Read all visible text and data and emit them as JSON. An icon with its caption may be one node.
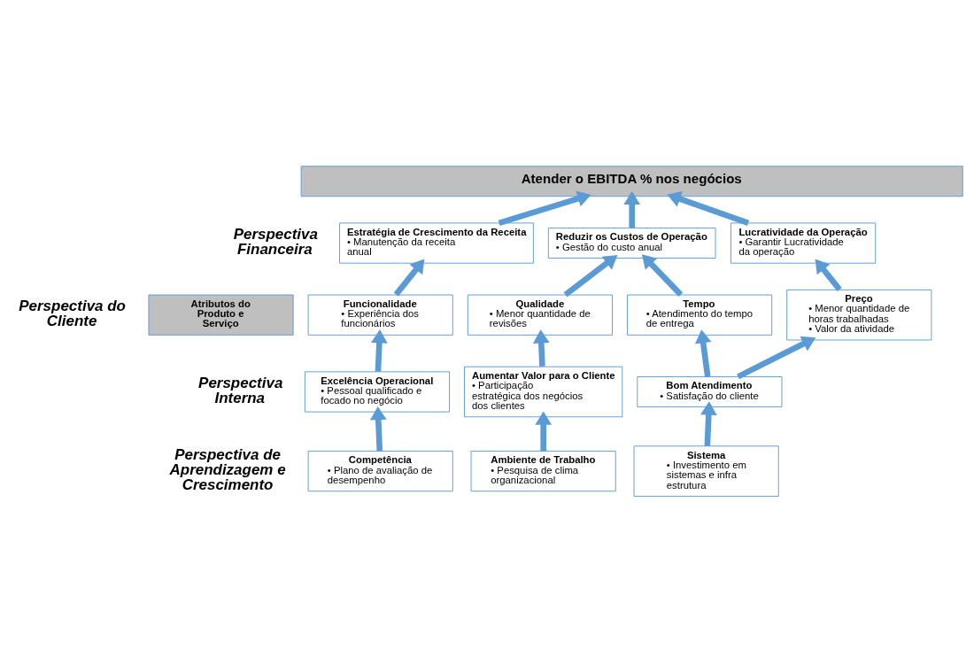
{
  "diagram": {
    "nodes": [
      {
        "text": [
          "Atender o EBITDA % nos negócios"
        ]
      },
      {
        "text": [
          "Estratégia de Crescimento da Receita",
          "• Manutenção da receita anual"
        ]
      },
      {
        "text": [
          "Reduzir os Custos de Operação",
          "• Gestão do custo anual"
        ]
      },
      {
        "text": [
          "Lucratividade da Operação",
          "• Garantir Lucratividade da operação"
        ]
      },
      {
        "text": [
          "Atributos do Produto e Serviço"
        ]
      },
      {
        "text": [
          "Funcionalidade",
          "• Experiência dos funcionários"
        ]
      },
      {
        "text": [
          "Qualidade",
          "• Menor quantidade de revisões"
        ]
      },
      {
        "text": [
          "Tempo",
          "• Atendimento do tempo de entrega"
        ]
      },
      {
        "text": [
          "Preço",
          "• Menor quantidade de horas trabalhadas",
          "• Valor da atividade"
        ]
      },
      {
        "text": [
          "Excelência Operacional",
          "• Pessoal qualificado e focado no negócio"
        ]
      },
      {
        "text": [
          "Aumentar Valor para o Cliente",
          "• Participação estratégica dos negócios dos clientes"
        ]
      },
      {
        "text": [
          "Bom Atendimento",
          "• Satisfação do cliente"
        ]
      },
      {
        "text": [
          "Competência",
          "• Plano de avaliação de desempenho"
        ]
      },
      {
        "text": [
          "Ambiente de Trabalho",
          "• Pesquisa de clima organizacional"
        ]
      },
      {
        "text": [
          "Sistema",
          "• Investimento em sistemas e infra estrutura"
        ]
      }
    ],
    "edges": [
      {
        "from": 1,
        "to": 0,
        "arrow": "to"
      },
      {
        "from": 2,
        "to": 0,
        "arrow": "to"
      },
      {
        "from": 3,
        "to": 0,
        "arrow": "to"
      },
      {
        "from": 5,
        "to": 1,
        "arrow": "to"
      },
      {
        "from": 6,
        "to": 2,
        "arrow": "to"
      },
      {
        "from": 7,
        "to": 2,
        "arrow": "to"
      },
      {
        "from": 8,
        "to": 3,
        "arrow": "to"
      },
      {
        "from": 9,
        "to": 5,
        "arrow": "to"
      },
      {
        "from": 10,
        "to": 6,
        "arrow": "to"
      },
      {
        "from": 11,
        "to": 7,
        "arrow": "to"
      },
      {
        "from": 11,
        "to": 8,
        "arrow": "to"
      },
      {
        "from": 12,
        "to": 9,
        "arrow": "to"
      },
      {
        "from": 13,
        "to": 10,
        "arrow": "to"
      },
      {
        "from": 14,
        "to": 11,
        "arrow": "to"
      }
    ],
    "labels": [
      "Perspectiva Financeira",
      "Perspectiva do Cliente",
      "Perspectiva Interna",
      "Perspectiva de Aprendizagem e Crescimento"
    ]
  }
}
